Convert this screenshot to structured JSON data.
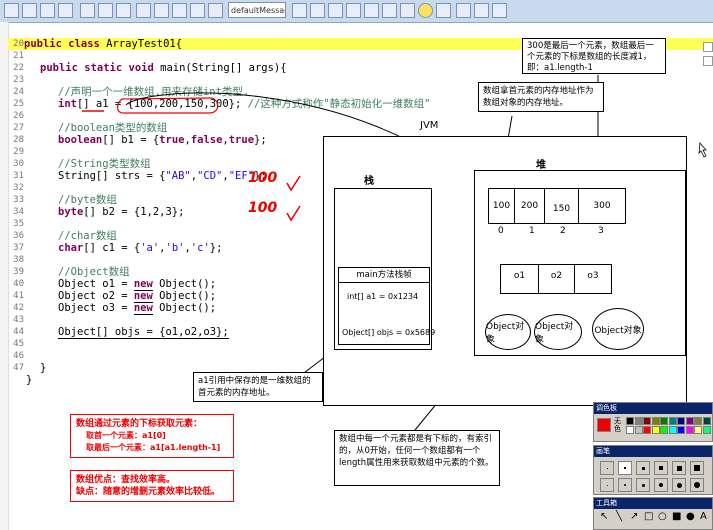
{
  "toolbar": {
    "font_select_value": "defaultMessage"
  },
  "editor": {
    "line_numbers": [
      "20",
      "21",
      "22",
      "23",
      "24",
      "25",
      "26",
      "27",
      "28",
      "29",
      "30",
      "31",
      "32",
      "33",
      "34",
      "35",
      "36",
      "37",
      "38",
      "39",
      "40",
      "41",
      "42",
      "43",
      "44",
      "45",
      "46",
      "47"
    ],
    "lines": {
      "l20a": "public class",
      "l20b": " ArrayTest01{",
      "l22a": "public static void",
      "l22b": " main(String[] args){",
      "l23": "//声明一个一维数组,用来存储int类型.",
      "l24a": "int",
      "l24b": "[] a1 = {100,200,150,300};",
      "l24c": " //这种方式称作\"静态初始化一维数组\"",
      "l26": "//boolean类型的数组",
      "l27a": "boolean",
      "l27b": "[] b1 = {",
      "l27c": "true",
      "l27d": ",",
      "l27e": "false",
      "l27f": ",",
      "l27g": "true",
      "l27h": "};",
      "l29": "//String类型数组",
      "l30a": "String[] strs = {",
      "l30b": "\"AB\"",
      "l30c": ",",
      "l30d": "\"CD\"",
      "l30e": ",",
      "l30f": "\"EF\"",
      "l30g": "};",
      "l32": "//byte数组",
      "l33a": "byte",
      "l33b": "[] b2 = {1,2,3};",
      "l35": "//char数组",
      "l36a": "char",
      "l36b": "[] c1 = {",
      "l36c": "'a'",
      "l36d": ",",
      "l36e": "'b'",
      "l36f": ",",
      "l36g": "'c'",
      "l36h": "};",
      "l38": "//Object数组",
      "l39a": "Object o1 = ",
      "l39b": "new",
      "l39c": " Object();",
      "l40a": "Object o2 = ",
      "l40b": "new",
      "l40c": " Object();",
      "l41a": "Object o3 = ",
      "l41b": "new",
      "l41c": " Object();",
      "l43": "Object[] objs = {o1,o2,o3};",
      "l46": "}",
      "l47": "}"
    },
    "handwritten": {
      "a": "100",
      "b": "100"
    }
  },
  "diagram": {
    "jvm_label": "JVM",
    "heap_label": "堆",
    "stack_label": "栈",
    "frame_label": "main方法栈帧",
    "frame_var1": "int[] a1 = 0x1234",
    "frame_var2": "Object[] objs = 0x5689",
    "array_values": [
      "100",
      "200",
      "150",
      "300"
    ],
    "array_indexes": [
      "0",
      "1",
      "2",
      "3"
    ],
    "obj_refs": [
      "o1",
      "o2",
      "o3"
    ],
    "obj_label": "Object对象",
    "note_top_right": "300是最后一个元素，数组最后一个元素的下标是数组的长度减1，即：a1.length-1",
    "note_first_elem": "数组拿首元素的内存地址作为数组对象的内存地址。",
    "note_a1_ref": "a1引用中保存的是一维数组的首元素的内存地址。",
    "note_index": "数组中每一个元素都是有下标的，有索引的，从0开始，任何一个数组都有一个length属性用来获取数组中元素的个数。",
    "red_note1_l1": "数组通过元素的下标获取元素：",
    "red_note1_l2": "取首一个元素：a1[0]",
    "red_note1_l3": "取最后一个元素：a1[a1.length-1]",
    "red_note2_l1": "数组优点：查找效率高。",
    "red_note2_l2": "缺点：随意的增删元素效率比较低。"
  },
  "panels": {
    "palette_title": "调色板",
    "palette_label": "无色",
    "brush_title": "画笔",
    "tools_title": "工具箱"
  },
  "colors": {
    "highlight": "#ffff55",
    "keyword": "#7f0055",
    "comment": "#3f7f5f",
    "string": "#2a00ff",
    "annotation_red": "#e00000"
  }
}
